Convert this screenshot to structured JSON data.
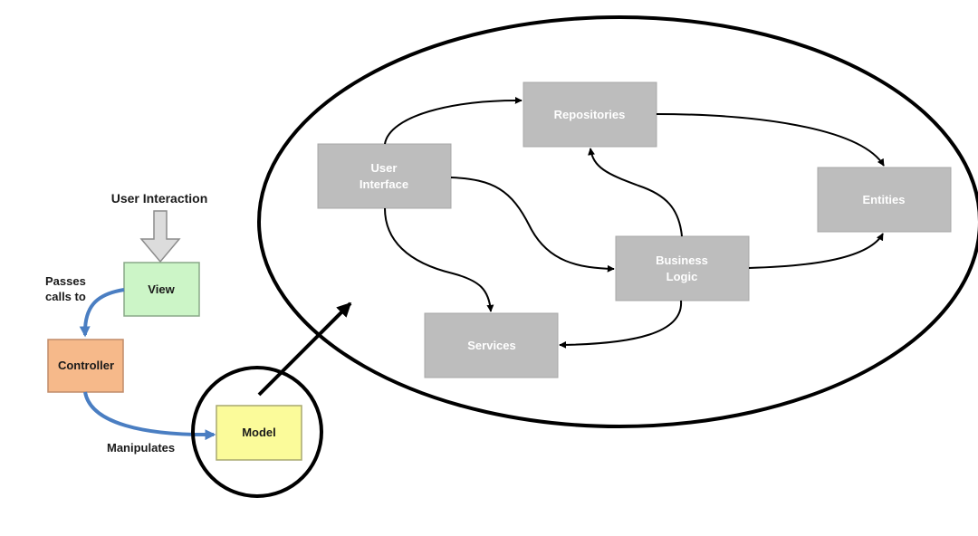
{
  "mvc": {
    "user_interaction": "User Interaction",
    "view": "View",
    "controller": "Controller",
    "model": "Model",
    "passes_line1": "Passes",
    "passes_line2": "calls to",
    "manipulates": "Manipulates"
  },
  "architecture": {
    "repositories": "Repositories",
    "ui_line1": "User",
    "ui_line2": "Interface",
    "entities": "Entities",
    "bl_line1": "Business",
    "bl_line2": "Logic",
    "services": "Services"
  },
  "colors": {
    "view_fill": "#ccf5c7",
    "view_stroke": "#8aa888",
    "controller_fill": "#f6b98a",
    "controller_stroke": "#c08c6a",
    "model_fill": "#fbfb9a",
    "model_stroke": "#a8a870",
    "gray_box": "#bdbdbd",
    "gray_box_stroke": "#a8a8a8",
    "blue_arrow": "#4a7ec2",
    "black": "#000000"
  }
}
